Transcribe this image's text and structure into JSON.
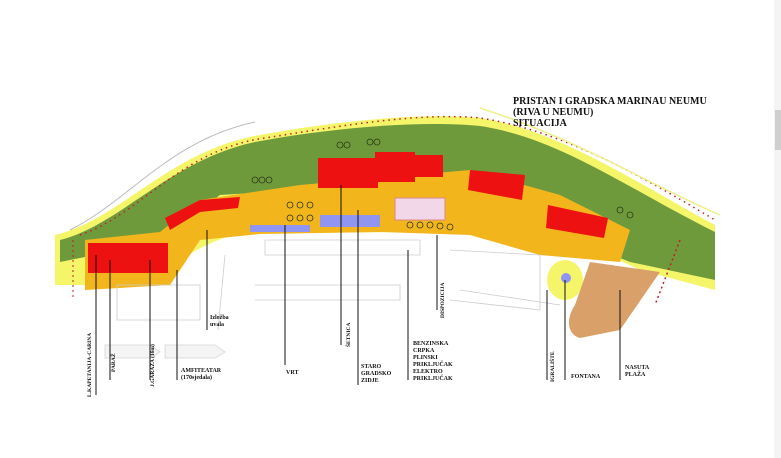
{
  "title": {
    "line1": "PRISTAN I GRADSKA MARINAU NEUMU",
    "line2": "(RIVA U NEUMU)",
    "line3": "SITUACIJA"
  },
  "labels": {
    "kapetanija": "L.KAPETANIJA-CARINA",
    "paraz": "PARAŽ",
    "garaza": "J.GARAŽA (16m)",
    "amfiteatar_1": "AMFITEATAR",
    "amfiteatar_2": "(170sjedala)",
    "izlozba_1": "Izložba",
    "izlozba_2": "uvala",
    "vrt": "VRT",
    "setnica": "ŠETNICA",
    "zidje_1": "STARO",
    "zidje_2": "GRADSKO",
    "zidje_3": "ZIDJE",
    "benz_1": "BENZINSKA",
    "benz_2": "CRPKA",
    "benz_3": "PLINSKI",
    "benz_4": "PRIKLJUČAK",
    "benz_5": "ELEKTRO",
    "benz_6": "PRIKLJUČAK",
    "dispozicija": "DISPOZICIJA",
    "igraliste": "IGRALIŠTE",
    "fontana": "FONTANA",
    "nasuta_1": "NASUTA",
    "nasuta_2": "PLAŽA"
  },
  "colors": {
    "building": "#ee1111",
    "paving": "#f2b51c",
    "green": "#6f9a3c",
    "promenade": "#f5f56a",
    "water_feature": "#8f95f0",
    "beach": "#d9a06a",
    "boundary": "#c0202a"
  }
}
